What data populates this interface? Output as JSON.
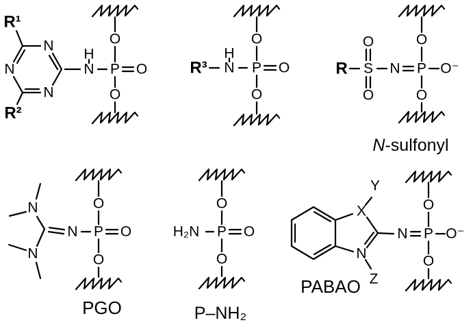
{
  "colors": {
    "ink": "#000000",
    "background": "#ffffff"
  },
  "structures": {
    "triazine_phosphoramidate": {
      "r1": "R¹",
      "r2": "R²",
      "ring_n_top": "N",
      "ring_n_left": "N",
      "ring_n_bottom": "N",
      "h": "H",
      "n_amide": "N",
      "p": "P",
      "o_double": "O",
      "o_top": "O",
      "o_bottom": "O"
    },
    "alkyl_phosphoramidate": {
      "r3": "R³",
      "h": "H",
      "n_amide": "N",
      "p": "P",
      "o_double": "O",
      "o_top": "O",
      "o_bottom": "O"
    },
    "n_sulfonyl_phosphoramidate": {
      "r": "R",
      "s": "S",
      "o_s_top": "O",
      "o_s_bottom": "O",
      "n": "N",
      "p": "P",
      "o_minus": "O⁻",
      "o_top": "O",
      "o_bottom": "O",
      "label_italic": "N",
      "label_rest": "-sulfonyl"
    },
    "pgo": {
      "n_up": "N",
      "n_down": "N",
      "n_imine": "N",
      "p": "P",
      "o_double": "O",
      "o_top": "O",
      "o_bottom": "O",
      "label": "PGO"
    },
    "p_nh2": {
      "h2n": "H₂N",
      "p": "P",
      "o_double": "O",
      "o_top": "O",
      "o_bottom": "O",
      "label": "P–NH₂"
    },
    "pabao": {
      "x": "X",
      "y": "Y",
      "z": "Z",
      "ring_n": "N",
      "n_imine": "N",
      "p": "P",
      "o_minus": "O⁻",
      "o_top": "O",
      "o_bottom": "O",
      "label": "PABAO"
    }
  }
}
